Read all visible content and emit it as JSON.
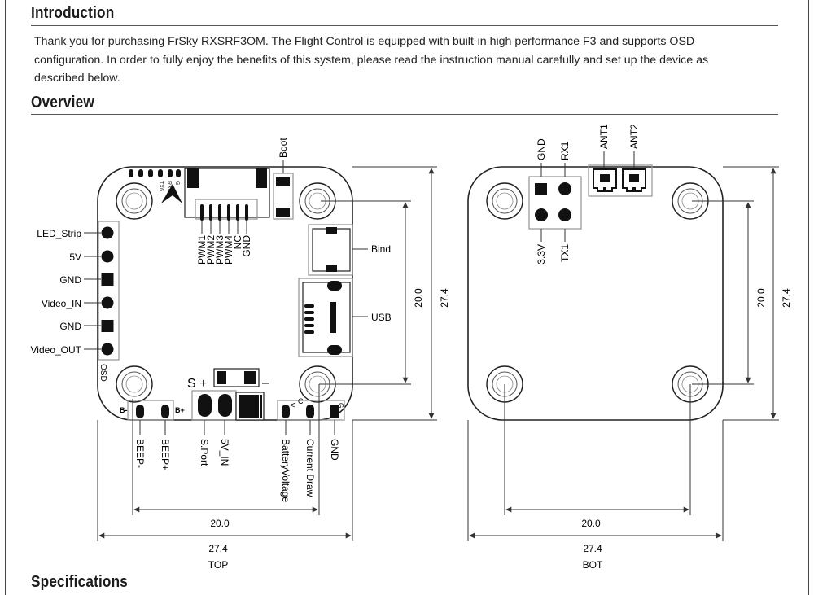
{
  "sections": {
    "introduction": {
      "title": "Introduction",
      "lines": [
        "Thank you for purchasing FrSky RXSRF3OM. The Flight Control is equipped with built-in high performance F3 and supports OSD",
        "configuration. In order to fully enjoy the benefits of this system, please read the instruction manual carefully and set up the device as",
        "described below."
      ]
    },
    "overview": {
      "title": "Overview"
    },
    "specifications": {
      "title": "Specifications"
    }
  },
  "top_diagram": {
    "caption": "TOP",
    "left_pins": [
      "LED_Strip",
      "5V",
      "GND",
      "Video_IN",
      "GND",
      "Video_OUT"
    ],
    "osd_label": "OSD",
    "boot_label": "Boot",
    "pwm_labels": [
      "PWM1",
      "PWM2",
      "PWM3",
      "PWM4",
      "NC",
      "GND"
    ],
    "bind_label": "Bind",
    "usb_label": "USB",
    "small_side_labels": [
      "TX6",
      "RX6",
      "G"
    ],
    "s_plus": "S +",
    "s_minus": "–",
    "b_minus": "B-",
    "b_plus": "B+",
    "c_small": "C",
    "g_small": "G",
    "bottom_pins": [
      "BEEP-",
      "BEEP+",
      "S.Port",
      "5V_IN",
      "BatteryVoltage",
      "Current Draw",
      "GND"
    ],
    "dim_inner_h": "20.0",
    "dim_outer_h": "27.4",
    "dim_inner_v": "20.0",
    "dim_outer_v": "27.4"
  },
  "bottom_diagram": {
    "caption": "BOT",
    "top_pins": [
      "GND",
      "RX1"
    ],
    "bottom_pins": [
      "3.3V",
      "TX1"
    ],
    "antennas": [
      "ANT1",
      "ANT2"
    ],
    "dim_inner_h": "20.0",
    "dim_outer_h": "27.4",
    "dim_inner_v": "20.0",
    "dim_outer_v": "27.4"
  }
}
